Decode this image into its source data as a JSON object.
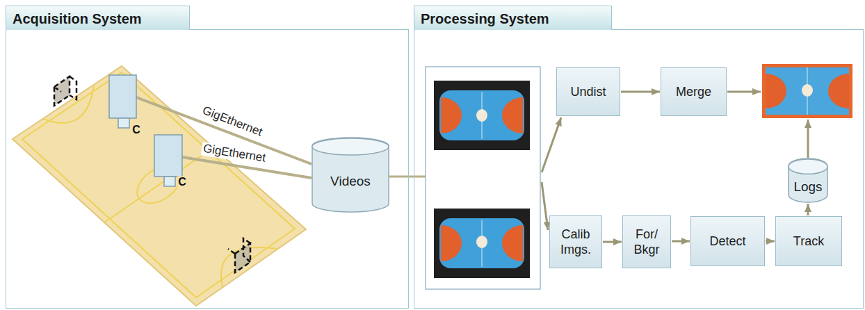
{
  "diagram": {
    "nodes": [
      {
        "text": [
          "Acquisition System"
        ]
      },
      {
        "text": [
          "Processing System"
        ]
      },
      {
        "text": [
          "Videos"
        ],
        "in": 0
      },
      {
        "text": [
          "Undist"
        ],
        "in": 1
      },
      {
        "text": [
          "Merge"
        ],
        "in": 1
      },
      {
        "text": [
          "Calib Imgs."
        ],
        "in": 1
      },
      {
        "text": [
          "For/ Bkgr"
        ],
        "in": 1
      },
      {
        "text": [
          "Detect"
        ],
        "in": 1
      },
      {
        "text": [
          "Track"
        ],
        "in": 1
      },
      {
        "text": [
          "Logs"
        ],
        "in": 1
      }
    ],
    "edges": [
      {
        "from": 3,
        "to": 4,
        "arrow": "to"
      },
      {
        "from": 5,
        "to": 6,
        "arrow": "to"
      },
      {
        "from": 6,
        "to": 7,
        "arrow": "to"
      },
      {
        "from": 7,
        "to": 8,
        "arrow": "to"
      },
      {
        "from": 8,
        "to": 9,
        "arrow": "to"
      }
    ],
    "labels": [
      "GigEthernet",
      "GigEthernet",
      "C",
      "C"
    ]
  }
}
